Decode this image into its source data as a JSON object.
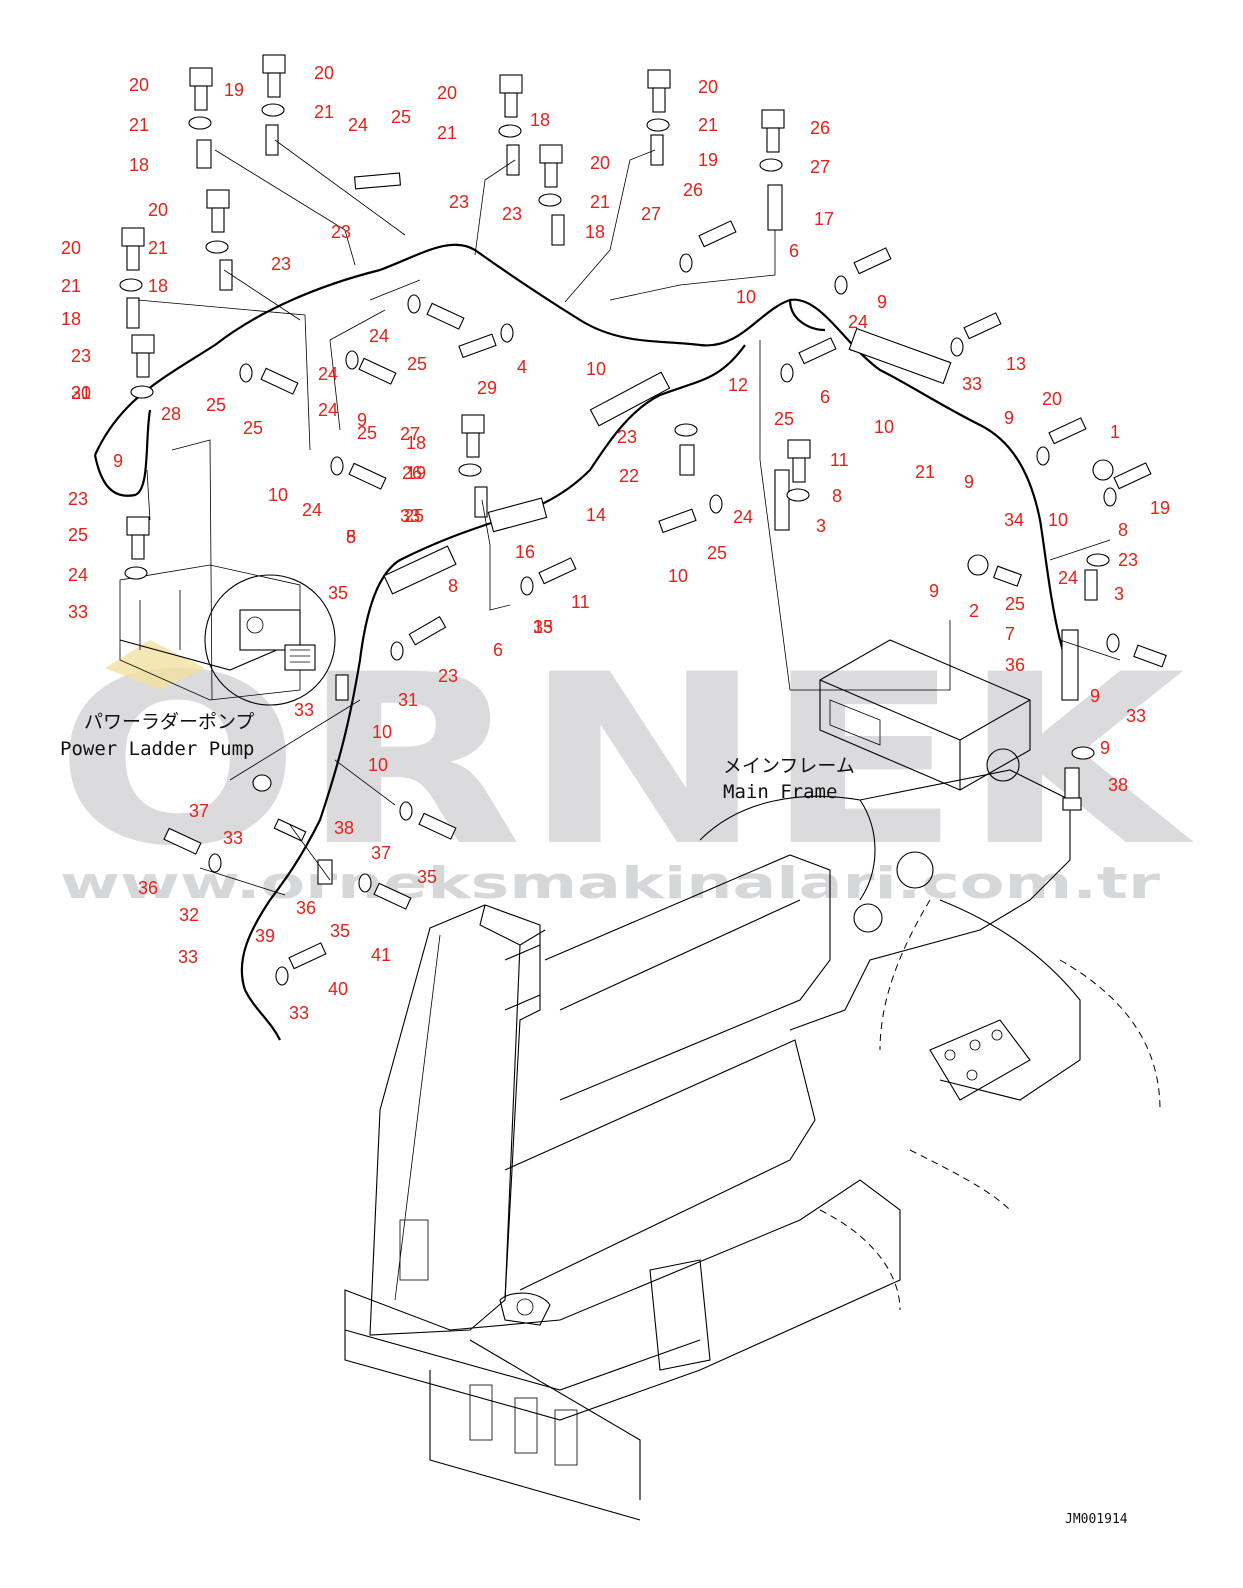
{
  "watermark": {
    "brand": "ORNEK",
    "url": "www.orneksmakinalari.com.tr"
  },
  "captions": {
    "pump_jp": "パワーラダーポンプ",
    "pump_en": "Power Ladder Pump",
    "frame_jp": "メインフレーム",
    "frame_en": "Main Frame"
  },
  "drawing_number": "JM001914",
  "callouts": [
    {
      "id": "c01",
      "text": "20"
    },
    {
      "id": "c02",
      "text": "19"
    },
    {
      "id": "c03",
      "text": "20"
    },
    {
      "id": "c04",
      "text": "21"
    },
    {
      "id": "c05",
      "text": "21"
    },
    {
      "id": "c06",
      "text": "18"
    },
    {
      "id": "c07",
      "text": "24"
    },
    {
      "id": "c08",
      "text": "25"
    },
    {
      "id": "c09",
      "text": "20"
    },
    {
      "id": "c10",
      "text": "21"
    },
    {
      "id": "c11",
      "text": "18"
    },
    {
      "id": "c12",
      "text": "20"
    },
    {
      "id": "c13",
      "text": "21"
    },
    {
      "id": "c14",
      "text": "19"
    },
    {
      "id": "c15",
      "text": "26"
    },
    {
      "id": "c16",
      "text": "27"
    },
    {
      "id": "c17",
      "text": "17"
    },
    {
      "id": "c18",
      "text": "20"
    },
    {
      "id": "c19",
      "text": "21"
    },
    {
      "id": "c20",
      "text": "18"
    },
    {
      "id": "c21",
      "text": "20"
    },
    {
      "id": "c22",
      "text": "21"
    },
    {
      "id": "c23",
      "text": "18"
    },
    {
      "id": "c24",
      "text": "23"
    },
    {
      "id": "c25",
      "text": "23"
    },
    {
      "id": "c26",
      "text": "23"
    },
    {
      "id": "c27",
      "text": "23"
    },
    {
      "id": "c28",
      "text": "26"
    },
    {
      "id": "c29",
      "text": "27"
    },
    {
      "id": "c30",
      "text": "6"
    },
    {
      "id": "c31",
      "text": "9"
    },
    {
      "id": "c32",
      "text": "20"
    },
    {
      "id": "c33",
      "text": "21"
    },
    {
      "id": "c34",
      "text": "18"
    },
    {
      "id": "c35",
      "text": "23"
    },
    {
      "id": "c36",
      "text": "21"
    },
    {
      "id": "c37",
      "text": "18"
    },
    {
      "id": "c38",
      "text": "19"
    },
    {
      "id": "c39",
      "text": "25"
    },
    {
      "id": "c40",
      "text": "24"
    },
    {
      "id": "c41",
      "text": "25"
    },
    {
      "id": "c42",
      "text": "24"
    },
    {
      "id": "c43",
      "text": "25"
    },
    {
      "id": "c44",
      "text": "4"
    },
    {
      "id": "c45",
      "text": "10"
    },
    {
      "id": "c46",
      "text": "24"
    },
    {
      "id": "c47",
      "text": "29"
    },
    {
      "id": "c48",
      "text": "25"
    },
    {
      "id": "c49",
      "text": "24"
    },
    {
      "id": "c50",
      "text": "9"
    },
    {
      "id": "c51",
      "text": "6"
    },
    {
      "id": "c52",
      "text": "12"
    },
    {
      "id": "c53",
      "text": "13"
    },
    {
      "id": "c54",
      "text": "33"
    },
    {
      "id": "c55",
      "text": "10"
    },
    {
      "id": "c56",
      "text": "25"
    },
    {
      "id": "c57",
      "text": "30"
    },
    {
      "id": "c58",
      "text": "28"
    },
    {
      "id": "c59",
      "text": "25"
    },
    {
      "id": "c60",
      "text": "24"
    },
    {
      "id": "c61",
      "text": "8"
    },
    {
      "id": "c62",
      "text": "10"
    },
    {
      "id": "c63",
      "text": "9"
    },
    {
      "id": "c64",
      "text": "20"
    },
    {
      "id": "c65",
      "text": "27"
    },
    {
      "id": "c66",
      "text": "23"
    },
    {
      "id": "c67",
      "text": "9"
    },
    {
      "id": "c68",
      "text": "11"
    },
    {
      "id": "c69",
      "text": "1"
    },
    {
      "id": "c70",
      "text": "21"
    },
    {
      "id": "c71",
      "text": "26"
    },
    {
      "id": "c72",
      "text": "22"
    },
    {
      "id": "c73",
      "text": "23"
    },
    {
      "id": "c74",
      "text": "10"
    },
    {
      "id": "c75",
      "text": "8"
    },
    {
      "id": "c76",
      "text": "9"
    },
    {
      "id": "c77",
      "text": "19"
    },
    {
      "id": "c78",
      "text": "33"
    },
    {
      "id": "c79",
      "text": "14"
    },
    {
      "id": "c80",
      "text": "24"
    },
    {
      "id": "c81",
      "text": "25"
    },
    {
      "id": "c82",
      "text": "24"
    },
    {
      "id": "c83",
      "text": "5"
    },
    {
      "id": "c84",
      "text": "3"
    },
    {
      "id": "c85",
      "text": "10"
    },
    {
      "id": "c86",
      "text": "8"
    },
    {
      "id": "c87",
      "text": "34"
    },
    {
      "id": "c88",
      "text": "16"
    },
    {
      "id": "c89",
      "text": "25"
    },
    {
      "id": "c90",
      "text": "15"
    },
    {
      "id": "c91",
      "text": "10"
    },
    {
      "id": "c92",
      "text": "23"
    },
    {
      "id": "c93",
      "text": "33"
    },
    {
      "id": "c94",
      "text": "8"
    },
    {
      "id": "c95",
      "text": "24"
    },
    {
      "id": "c96",
      "text": "11"
    },
    {
      "id": "c97",
      "text": "9"
    },
    {
      "id": "c98",
      "text": "3"
    },
    {
      "id": "c99",
      "text": "2"
    },
    {
      "id": "c100",
      "text": "25"
    },
    {
      "id": "c101",
      "text": "33"
    },
    {
      "id": "c102",
      "text": "35"
    },
    {
      "id": "c103",
      "text": "23"
    },
    {
      "id": "c104",
      "text": "6"
    },
    {
      "id": "c105",
      "text": "7"
    },
    {
      "id": "c106",
      "text": "36"
    },
    {
      "id": "c107",
      "text": "31"
    },
    {
      "id": "c108",
      "text": "33"
    },
    {
      "id": "c109",
      "text": "10"
    },
    {
      "id": "c110",
      "text": "9"
    },
    {
      "id": "c111",
      "text": "33"
    },
    {
      "id": "c112",
      "text": "10"
    },
    {
      "id": "c113",
      "text": "9"
    },
    {
      "id": "c114",
      "text": "38"
    },
    {
      "id": "c115",
      "text": "37"
    },
    {
      "id": "c116",
      "text": "33"
    },
    {
      "id": "c117",
      "text": "38"
    },
    {
      "id": "c118",
      "text": "37"
    },
    {
      "id": "c119",
      "text": "35"
    },
    {
      "id": "c120",
      "text": "36"
    },
    {
      "id": "c121",
      "text": "32"
    },
    {
      "id": "c122",
      "text": "36"
    },
    {
      "id": "c123",
      "text": "35"
    },
    {
      "id": "c124",
      "text": "41"
    },
    {
      "id": "c125",
      "text": "33"
    },
    {
      "id": "c126",
      "text": "39"
    },
    {
      "id": "c127",
      "text": "40"
    },
    {
      "id": "c128",
      "text": "33"
    }
  ]
}
